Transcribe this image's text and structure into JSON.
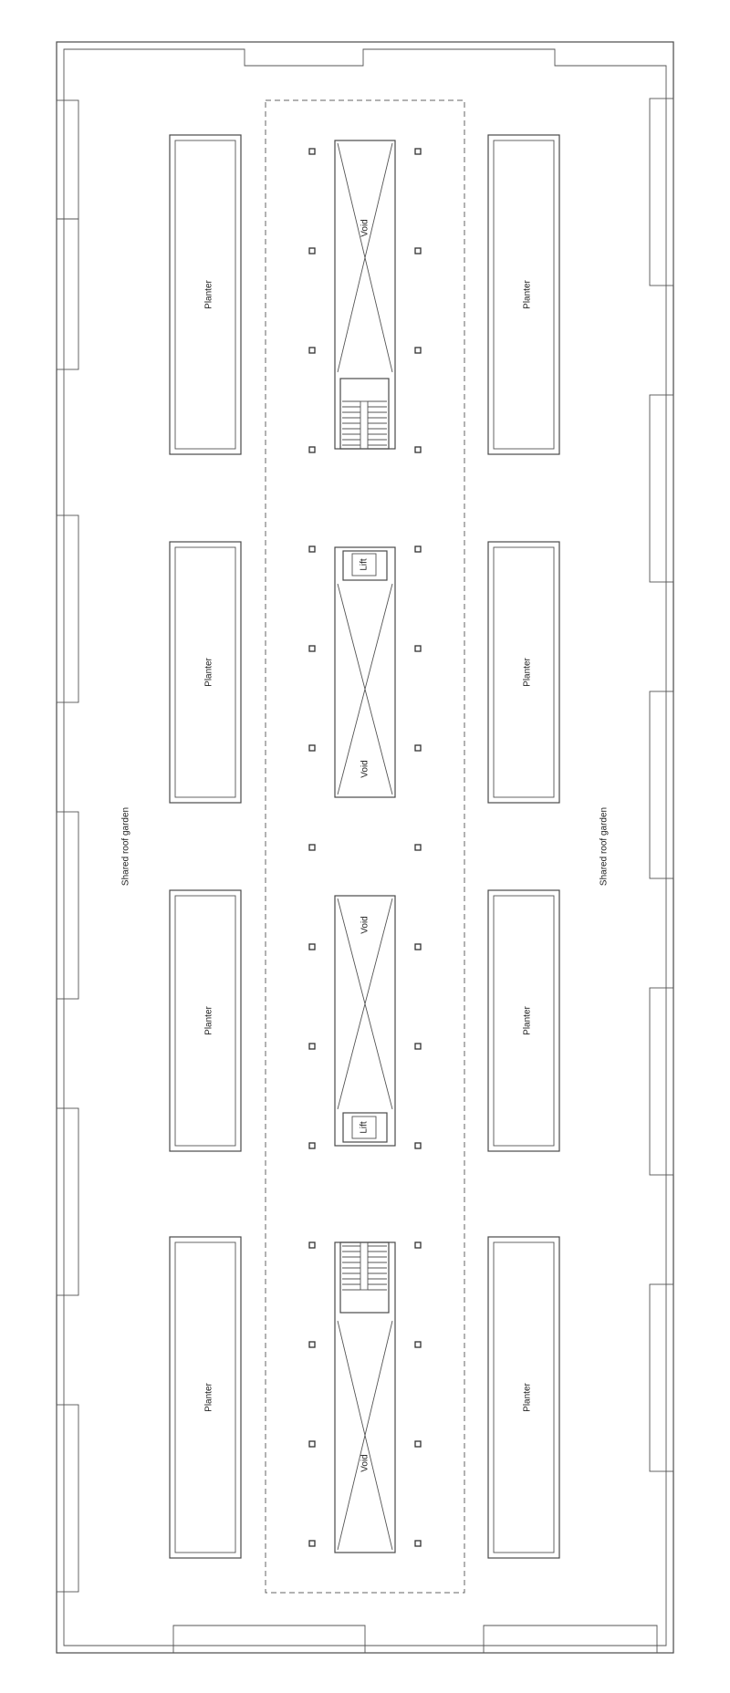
{
  "labels": {
    "shared_garden": "Shared roof garden",
    "planter": "Planter",
    "void": "Void",
    "lift": "Lift"
  }
}
